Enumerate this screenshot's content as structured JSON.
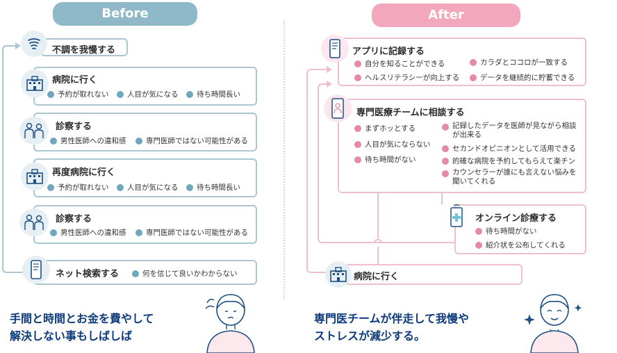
{
  "before": {
    "header": "Before",
    "steps": [
      {
        "title": "不調を我慢する",
        "items": []
      },
      {
        "title": "病院に行く",
        "items": [
          "予約が取れない",
          "人目が気になる",
          "待ち時間長い"
        ]
      },
      {
        "title": "診察する",
        "items": [
          "男性医師への違和感",
          "専門医師ではない可能性がある"
        ]
      },
      {
        "title": "再度病院に行く",
        "items": [
          "予約が取れない",
          "人目が気になる",
          "待ち時間長い"
        ]
      },
      {
        "title": "診察する",
        "items": [
          "男性医師への違和感",
          "専門医師ではない可能性がある"
        ]
      },
      {
        "title": "ネット検索する",
        "items": [
          "何を信じて良いかわからない"
        ]
      }
    ],
    "summary": [
      "手間と時間とお金を費やして",
      "解決しない事もしばしば"
    ]
  },
  "after": {
    "header": "After",
    "app": {
      "title": "アプリに記録する",
      "items": [
        "自分を知ることができる",
        "カラダとココロが一致する",
        "ヘルスリテラシーが向上する",
        "データを継続的に貯蓄できる"
      ]
    },
    "team": {
      "title": "専門医療チームに相談する",
      "left_items": [
        "まずホッとする",
        "人目が気にならない",
        "待ち時間がない"
      ],
      "right_items": [
        "記録したデータを医師が見ながら相談が出来る",
        "セカンドオピニオンとして活用できる",
        "的確な病院を予約してもらえて楽チン",
        "カウンセラーが誰にも言えない悩みを聞いてくれる"
      ]
    },
    "online": {
      "title": "オンライン診療する",
      "items": [
        "待ち時間がない",
        "紹介状を公布してくれる"
      ]
    },
    "hospital": {
      "title": "病院に行く"
    },
    "summary": [
      "専門医チームが伴走して我慢や",
      "ストレスが減少する。"
    ]
  },
  "colors": {
    "blue": "#8fb9c8",
    "pink": "#f2a7bd",
    "navy": "#0d3a7a"
  },
  "icons": [
    "swirl-icon",
    "hospital-icon",
    "doctor-icon",
    "smartphone-icon",
    "medical-app-icon",
    "woman-worried-icon",
    "woman-happy-icon"
  ]
}
